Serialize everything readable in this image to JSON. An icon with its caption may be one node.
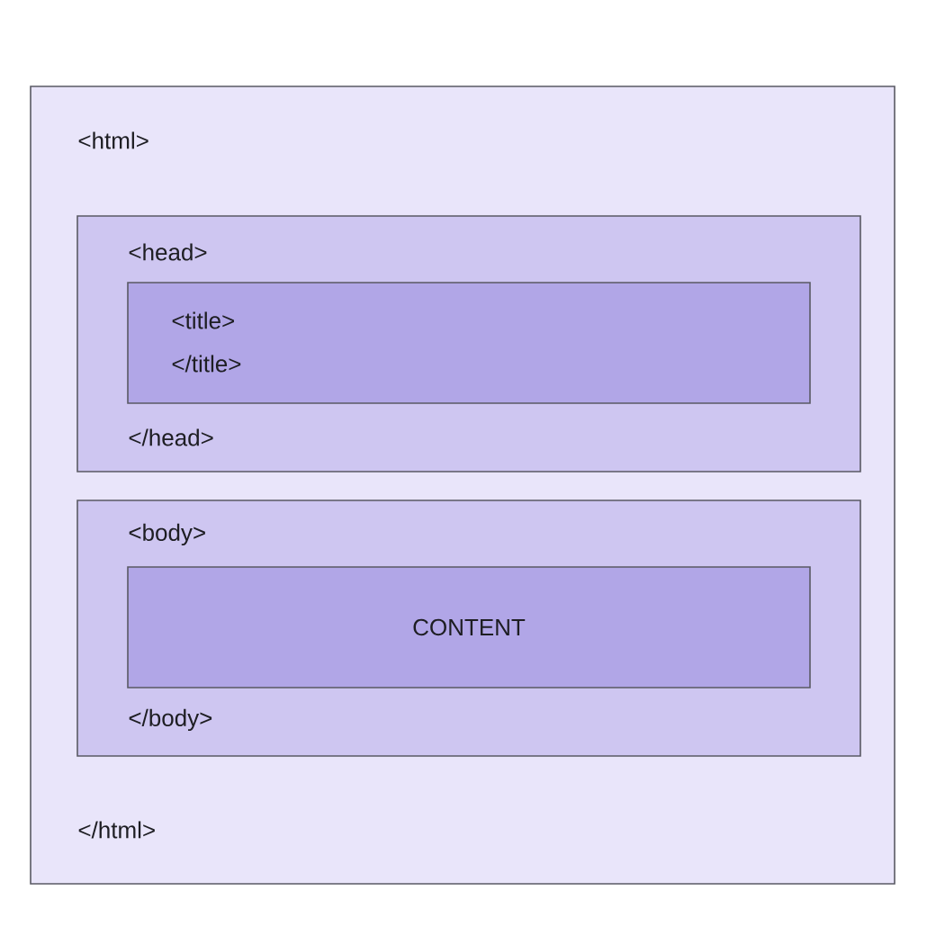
{
  "diagram": {
    "nodes": [
      {
        "text": [
          "<html>",
          "</html>"
        ]
      },
      {
        "text": [
          "<head>",
          "</head>"
        ],
        "in": 0
      },
      {
        "text": [
          "<title>",
          "</title>"
        ],
        "in": 1
      },
      {
        "text": [
          "<body>",
          "</body>"
        ],
        "in": 0
      },
      {
        "text": [
          "CONTENT"
        ],
        "in": 3
      }
    ]
  }
}
